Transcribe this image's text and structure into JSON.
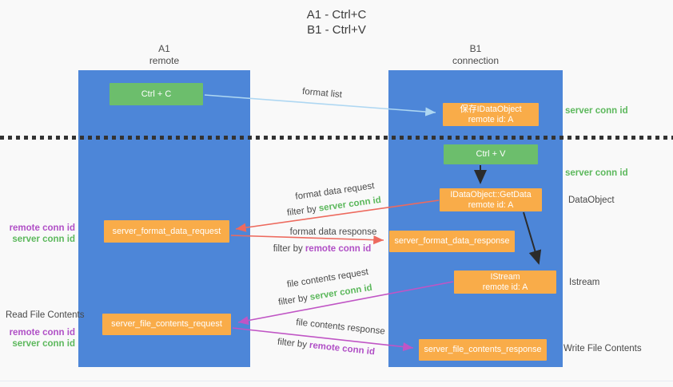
{
  "title": {
    "line1": "A1 - Ctrl+C",
    "line2": "B1 - Ctrl+V"
  },
  "lanes": {
    "a": {
      "name": "A1",
      "role": "remote"
    },
    "b": {
      "name": "B1",
      "role": "connection"
    }
  },
  "nodes": {
    "ctrl_c": "Ctrl + C",
    "ctrl_v": "Ctrl + V",
    "save_dataobject_line1": "保存IDataObject",
    "save_dataobject_line2": "remote id: A",
    "getdata_line1": "IDataObject::GetData",
    "getdata_line2": "remote id: A",
    "istream_line1": "IStream",
    "istream_line2": "remote id: A",
    "format_request": "server_format_data_request",
    "format_response": "server_format_data_response",
    "file_request": "server_file_contents_request",
    "file_response": "server_file_contents_response"
  },
  "flow_labels": {
    "format_list": "format list",
    "format_data_request": "format data request",
    "format_data_response": "format data response",
    "file_contents_request": "file contents request",
    "file_contents_response": "file contents response",
    "filter_by": "filter by",
    "server_conn_id": "server conn id",
    "remote_conn_id": "remote conn id"
  },
  "side_labels": {
    "server_conn_id_top": "server conn id",
    "server_conn_id_mid": "server conn id",
    "dataobject": "DataObject",
    "istream": "Istream",
    "write_file_contents": "Write File Contents",
    "read_file_contents": "Read File Contents",
    "remote_conn_id_left_top": "remote conn id",
    "server_conn_id_left_top": "server conn id",
    "remote_conn_id_left_bottom": "remote conn id",
    "server_conn_id_left_bottom": "server conn id"
  },
  "colors": {
    "panel_blue": "#4d86d8",
    "box_green": "#6cbe6c",
    "box_orange": "#f9ac49",
    "arrow_light_blue": "#aed7f2",
    "arrow_red": "#ed6a5e",
    "arrow_magenta": "#c055c5",
    "arrow_black": "#2b2b2b",
    "text_green": "#5cb85c",
    "text_purple": "#b04fc6",
    "divider_dark": "#333333"
  }
}
